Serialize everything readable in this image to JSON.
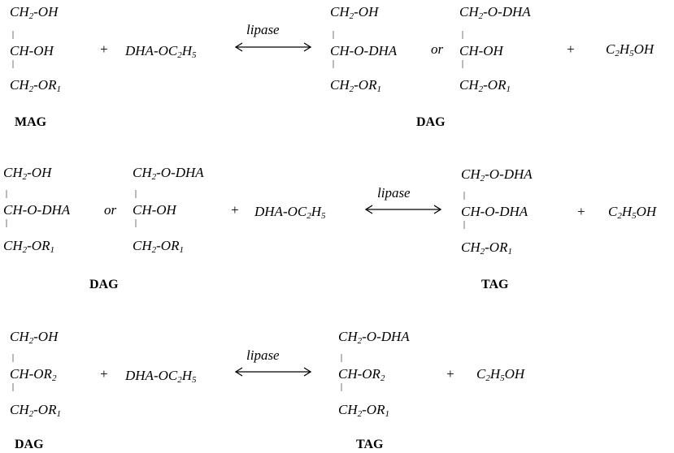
{
  "reactions": [
    {
      "reactant": {
        "top": "CH2-OH",
        "mid": "CH-OH",
        "bot": "CH2-OR1"
      },
      "reactant_label": "MAG",
      "reagent": "DHA-OC2H5",
      "catalyst": "lipase",
      "products": [
        {
          "top": "CH2-OH",
          "mid": "CH-O-DHA",
          "bot": "CH2-OR1"
        },
        {
          "top": "CH2-O-DHA",
          "mid": "CH-OH",
          "bot": "CH2-OR1"
        }
      ],
      "product_label": "DAG",
      "byproduct": "C2H5OH",
      "or_word": "or",
      "plus": "+"
    },
    {
      "reactants": [
        {
          "top": "CH2-OH",
          "mid": "CH-O-DHA",
          "bot": "CH2-OR1"
        },
        {
          "top": "CH2-O-DHA",
          "mid": "CH-OH",
          "bot": "CH2-OR1"
        }
      ],
      "reactant_label": "DAG",
      "reagent": "DHA-OC2H5",
      "catalyst": "lipase",
      "product": {
        "top": "CH2-O-DHA",
        "mid": "CH-O-DHA",
        "bot": "CH2-OR1"
      },
      "product_label": "TAG",
      "byproduct": "C2H5OH",
      "or_word": "or",
      "plus": "+"
    },
    {
      "reactant": {
        "top": "CH2-OH",
        "mid": "CH-OR2",
        "bot": "CH2-OR1"
      },
      "reactant_label": "DAG",
      "reagent": "DHA-OC2H5",
      "catalyst": "lipase",
      "product": {
        "top": "CH2-O-DHA",
        "mid": "CH-OR2",
        "bot": "CH2-OR1"
      },
      "product_label": "TAG",
      "byproduct": "C2H5OH",
      "plus": "+"
    }
  ]
}
